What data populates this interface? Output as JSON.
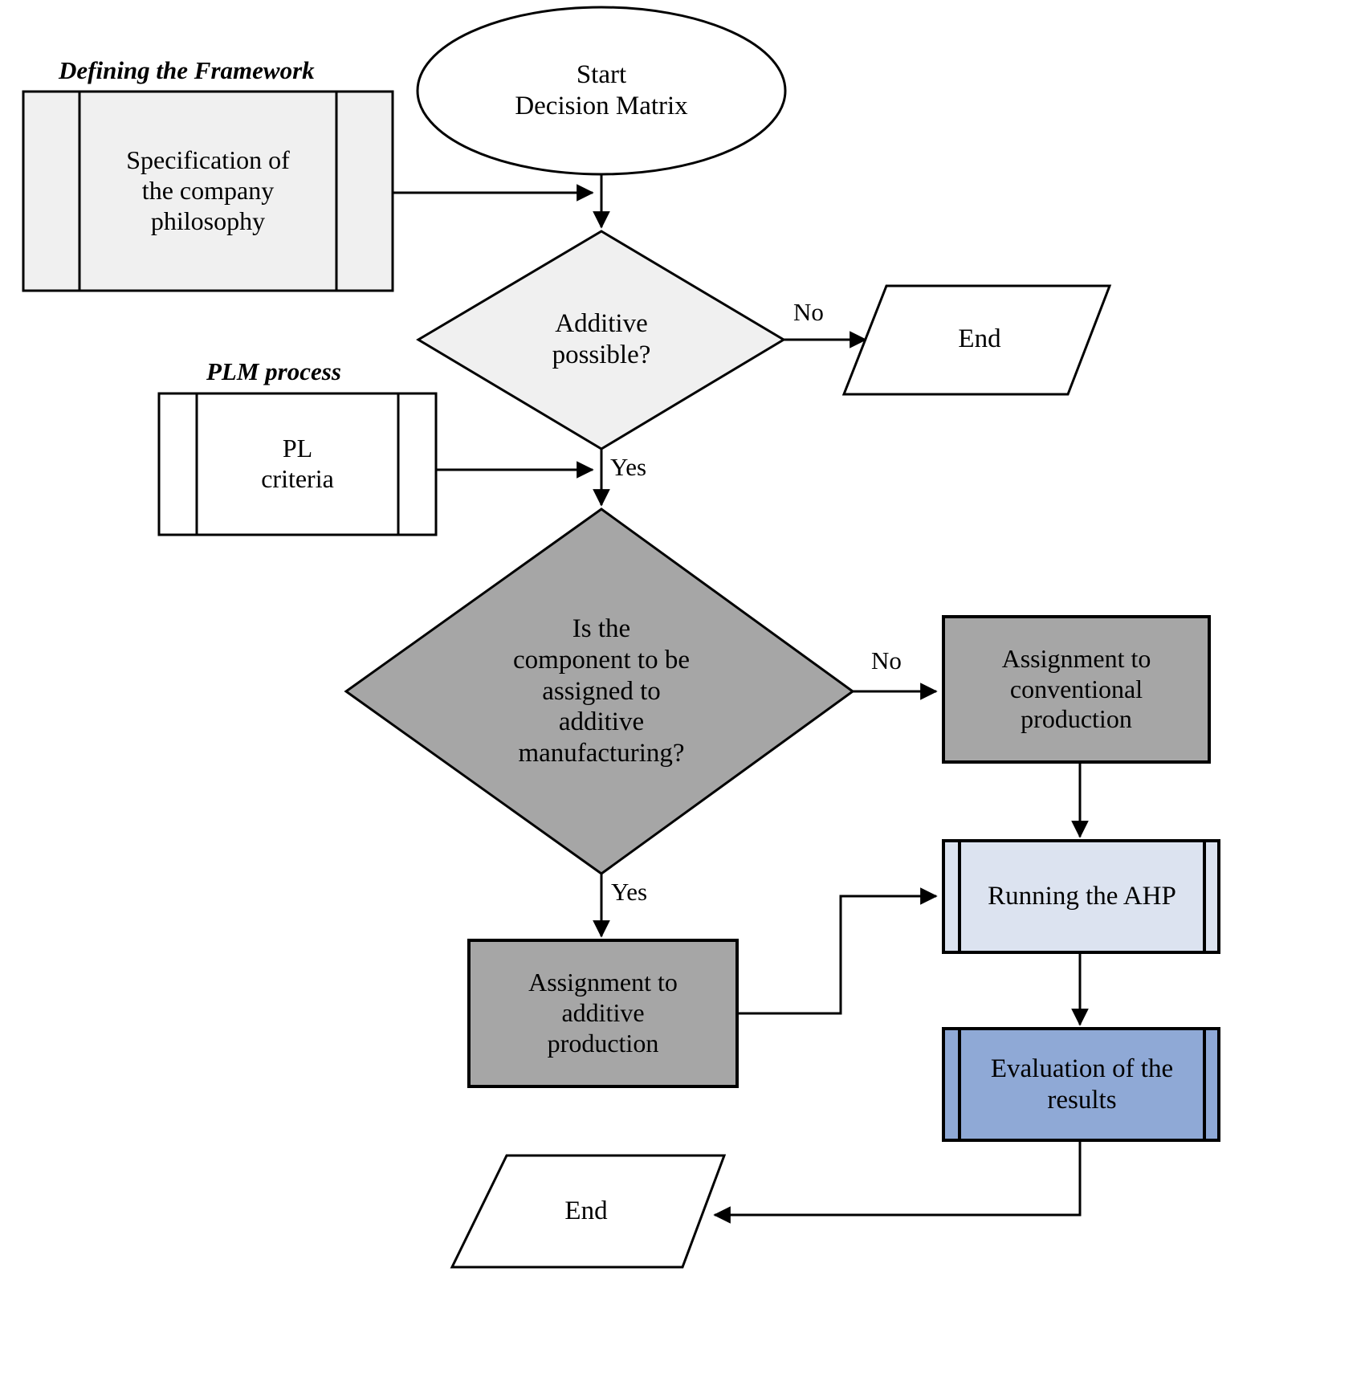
{
  "diagram": {
    "title_framework": "Defining the Framework",
    "title_plm": "PLM process",
    "colors": {
      "light_gray_fill": "#f0f0f0",
      "mid_gray_fill": "#a6a6a6",
      "light_blue_fill": "#dce3f0",
      "mid_blue_fill": "#8fa9d6",
      "white_fill": "#ffffff",
      "stroke": "#000000"
    },
    "nodes": {
      "start": {
        "label": "Start\nDecision Matrix",
        "shape": "ellipse"
      },
      "spec_company_philosophy": {
        "label": "Specification of\nthe company\nphilosophy",
        "shape": "predefined-process"
      },
      "additive_possible": {
        "label": "Additive\npossible?",
        "shape": "diamond"
      },
      "end_top": {
        "label": "End",
        "shape": "parallelogram"
      },
      "pl_criteria": {
        "label": "PL\ncriteria",
        "shape": "predefined-process"
      },
      "component_additive": {
        "label": "Is the\ncomponent to be\nassigned to\nadditive\nmanufacturing?",
        "shape": "diamond"
      },
      "assignment_conventional": {
        "label": "Assignment to\nconventional\nproduction",
        "shape": "process"
      },
      "assignment_additive": {
        "label": "Assignment to\nadditive\nproduction",
        "shape": "process"
      },
      "running_ahp": {
        "label": "Running the AHP",
        "shape": "predefined-process"
      },
      "evaluation_results": {
        "label": "Evaluation of the\nresults",
        "shape": "predefined-process"
      },
      "end_bottom": {
        "label": "End",
        "shape": "parallelogram"
      }
    },
    "edge_labels": {
      "additive_possible_no": "No",
      "additive_possible_yes": "Yes",
      "component_additive_no": "No",
      "component_additive_yes": "Yes"
    }
  }
}
